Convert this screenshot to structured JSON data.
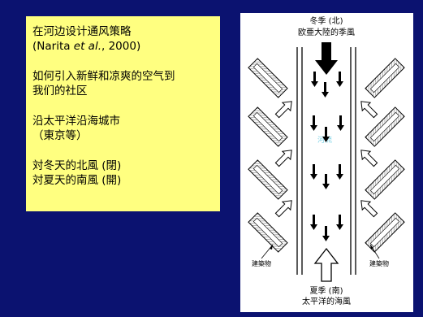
{
  "text_panel": {
    "title": "在河边设计通风策略",
    "citation_prefix": "(Narita ",
    "citation_etal": "et al.",
    "citation_suffix": ", 2000)",
    "line_1": "如何引入新鲜和凉爽的空气到",
    "line_2": "我们的社区",
    "line_3": "沿太平洋沿海城市",
    "line_4": "（東京等）",
    "line_5": "対冬天的北風 (閉)",
    "line_6": "対夏天的南風 (開)"
  },
  "diagram": {
    "winter_title": "冬季 (北)",
    "winter_subtitle": "欧亜大陸的季風",
    "summer_title": "夏季 (南)",
    "summer_subtitle": "太平洋的海風",
    "river_label": "河流",
    "building_label_left": "建築物",
    "building_label_right": "建築物"
  },
  "colors": {
    "background": "#0b1270",
    "panel": "#ffff80",
    "river_label": "#7fd3e6"
  }
}
